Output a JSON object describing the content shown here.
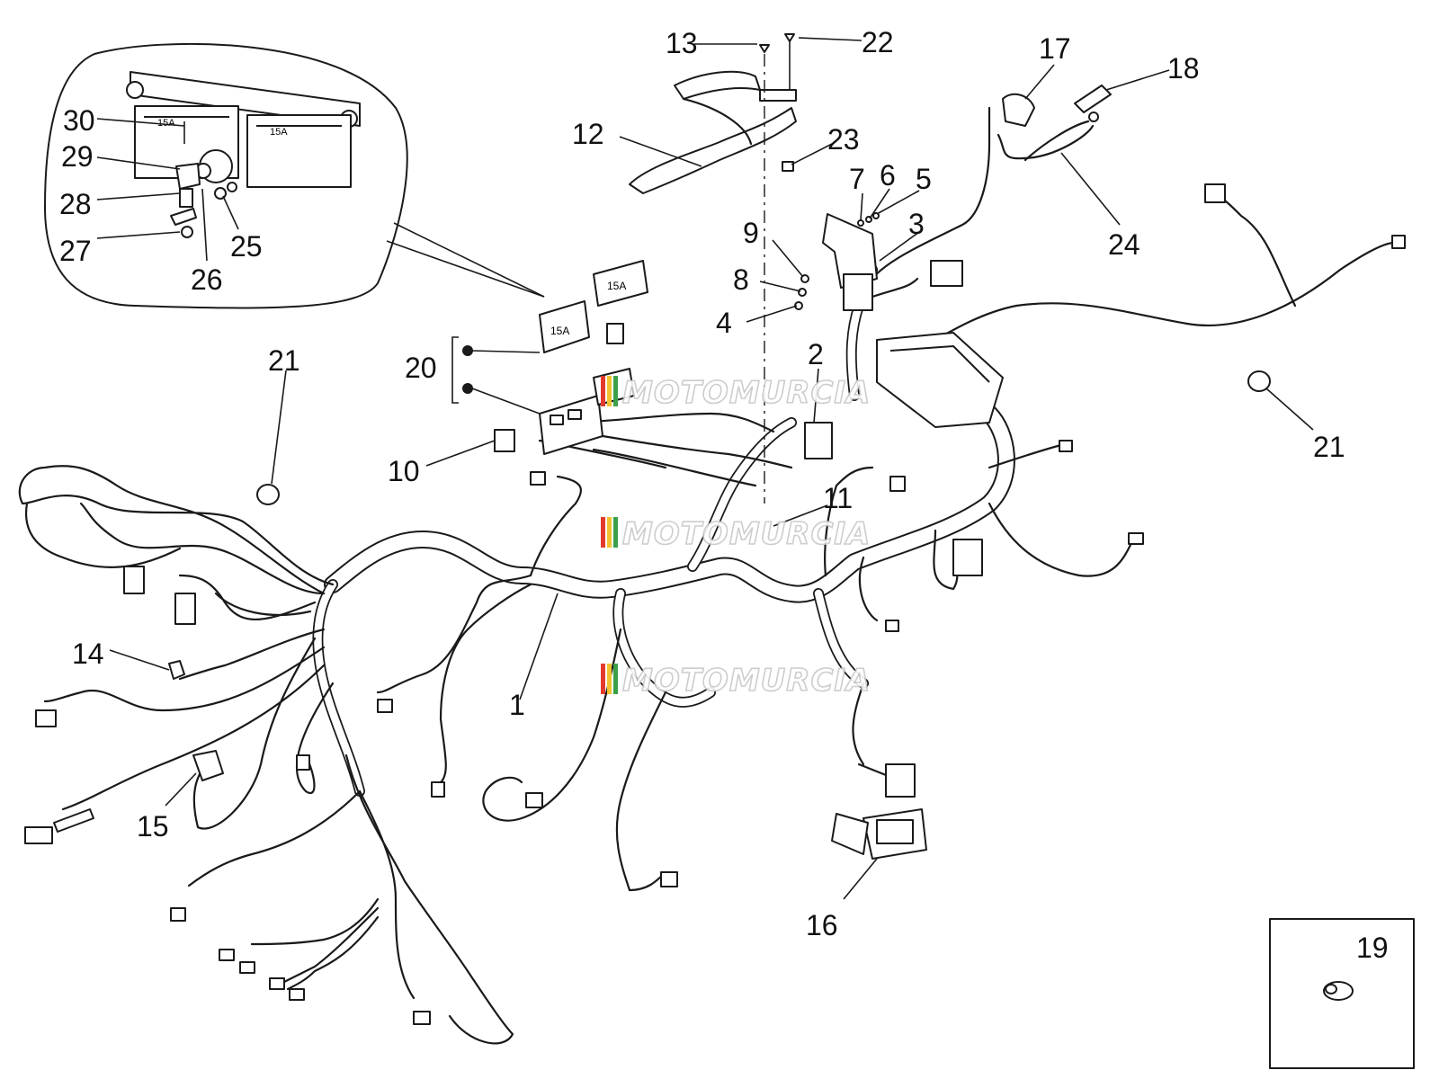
{
  "callouts": [
    {
      "id": "c1",
      "label": "1"
    },
    {
      "id": "c2",
      "label": "2"
    },
    {
      "id": "c3",
      "label": "3"
    },
    {
      "id": "c4",
      "label": "4"
    },
    {
      "id": "c5",
      "label": "5"
    },
    {
      "id": "c6",
      "label": "6"
    },
    {
      "id": "c7",
      "label": "7"
    },
    {
      "id": "c8",
      "label": "8"
    },
    {
      "id": "c9",
      "label": "9"
    },
    {
      "id": "c10",
      "label": "10"
    },
    {
      "id": "c11",
      "label": "11"
    },
    {
      "id": "c12",
      "label": "12"
    },
    {
      "id": "c13",
      "label": "13"
    },
    {
      "id": "c14",
      "label": "14"
    },
    {
      "id": "c15",
      "label": "15"
    },
    {
      "id": "c16",
      "label": "16"
    },
    {
      "id": "c17",
      "label": "17"
    },
    {
      "id": "c18",
      "label": "18"
    },
    {
      "id": "c19",
      "label": "19"
    },
    {
      "id": "c20",
      "label": "20"
    },
    {
      "id": "c21a",
      "label": "21"
    },
    {
      "id": "c21b",
      "label": "21"
    },
    {
      "id": "c22",
      "label": "22"
    },
    {
      "id": "c23",
      "label": "23"
    },
    {
      "id": "c24",
      "label": "24"
    },
    {
      "id": "c25",
      "label": "25"
    },
    {
      "id": "c26",
      "label": "26"
    },
    {
      "id": "c27",
      "label": "27"
    },
    {
      "id": "c28",
      "label": "28"
    },
    {
      "id": "c29",
      "label": "29"
    },
    {
      "id": "c30",
      "label": "30"
    }
  ],
  "fuse_marking": "15A",
  "watermark": "MOTOMURCIA",
  "colors": {
    "line": "#1a1a1a",
    "background": "#ffffff",
    "watermark_stripe_1": "#e23b2e",
    "watermark_stripe_2": "#f2c230",
    "watermark_stripe_3": "#3aa14a",
    "watermark_outline": "#c8c8c8"
  }
}
